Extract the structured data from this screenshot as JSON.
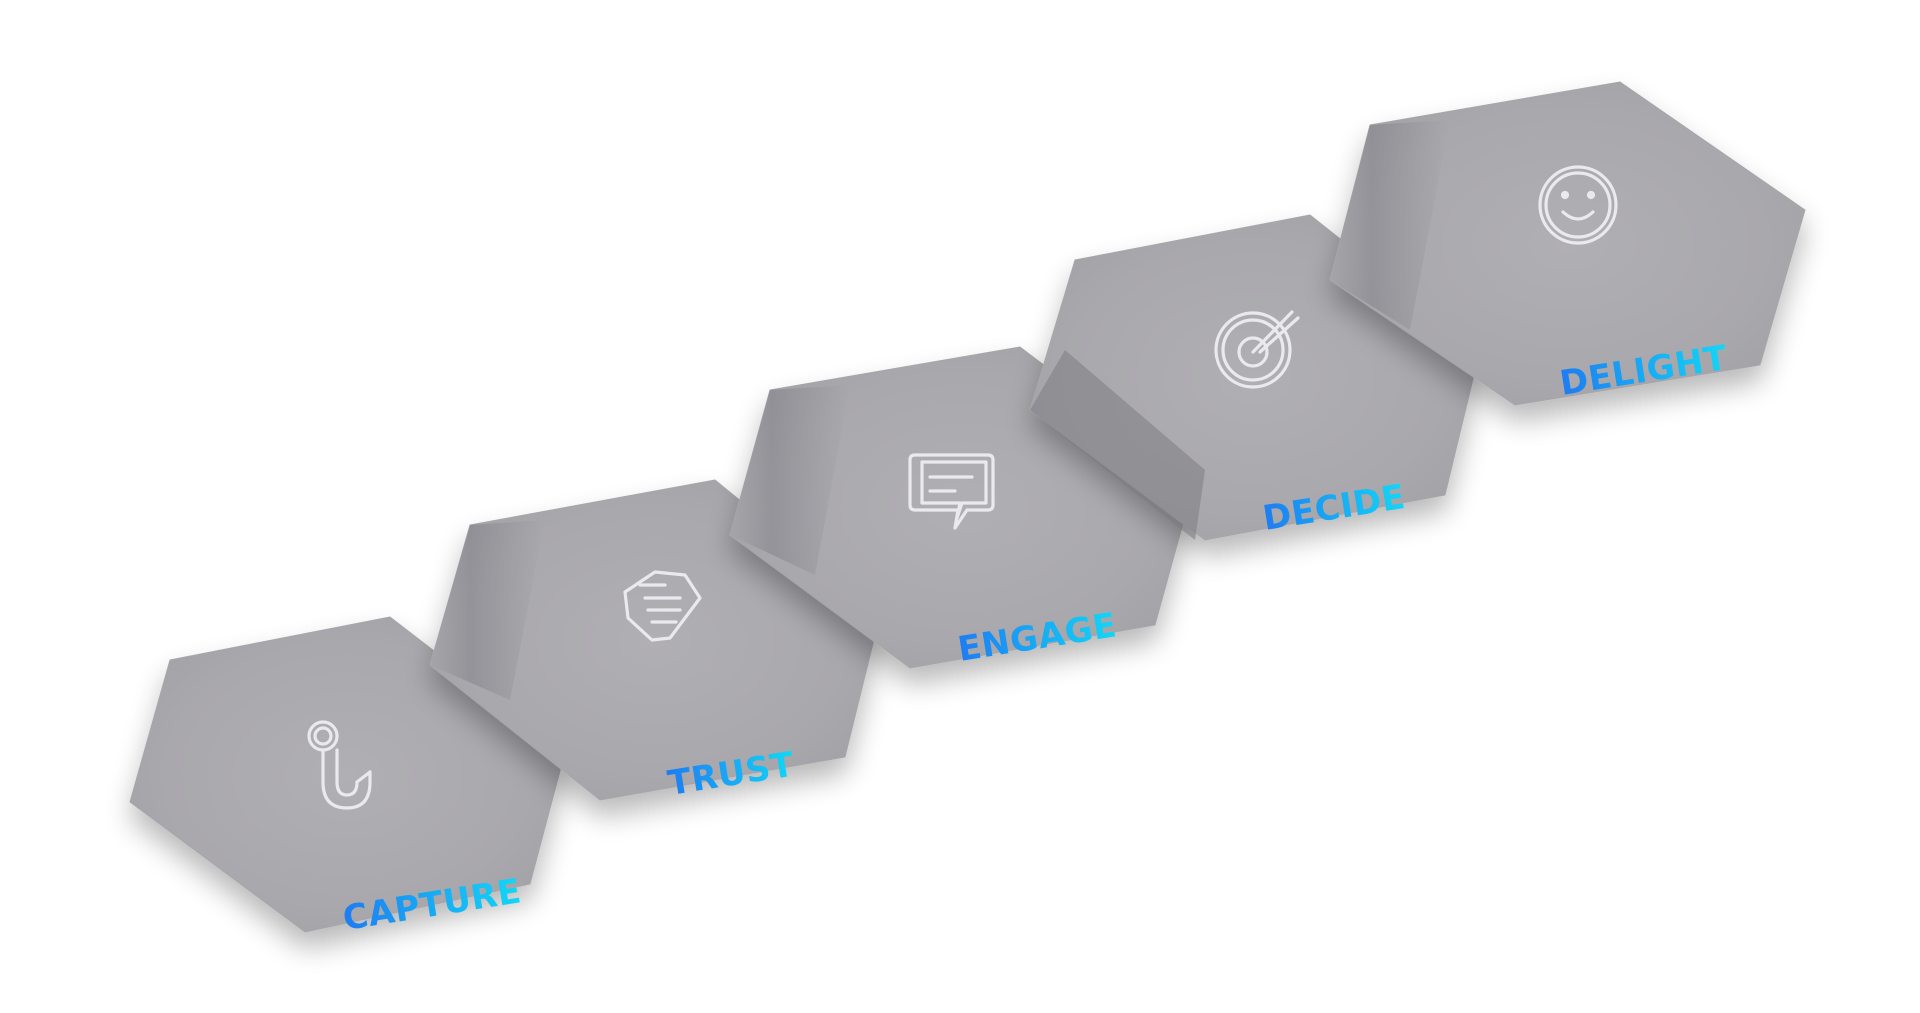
{
  "diagram": {
    "steps": [
      {
        "label": "CAPTURE",
        "icon": "fishing-hook-icon"
      },
      {
        "label": "TRUST",
        "icon": "handshake-icon"
      },
      {
        "label": "ENGAGE",
        "icon": "chat-bubble-icon"
      },
      {
        "label": "DECIDE",
        "icon": "target-icon"
      },
      {
        "label": "DELIGHT",
        "icon": "smiley-face-icon"
      }
    ],
    "colors": {
      "tile": "#a9a8ad",
      "label_gradient_start": "#1e7cf2",
      "label_gradient_end": "#12d7f6",
      "icon_stroke": "#e9e9ee"
    }
  }
}
